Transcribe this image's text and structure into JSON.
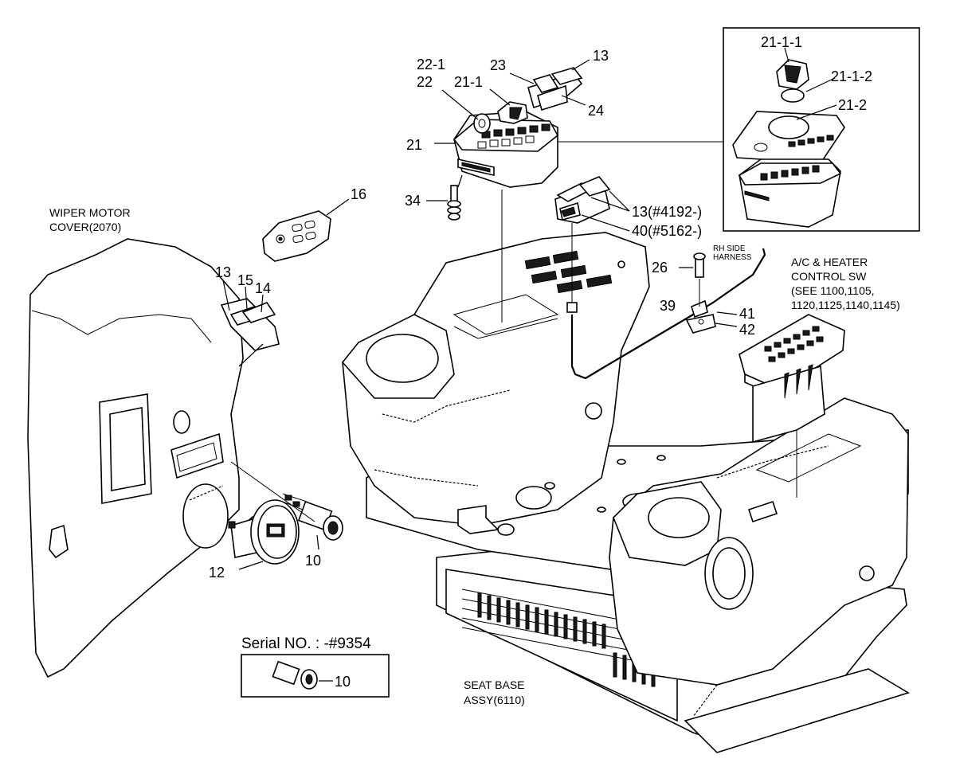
{
  "labels": {
    "wiper_cover": [
      "WIPER MOTOR",
      "COVER(2070)"
    ],
    "p16": "16",
    "p13_left": "13",
    "p15": "15",
    "p14": "14",
    "p12": "12",
    "p10": "10",
    "p22_1": "22-1",
    "p22": "22",
    "p21_1": "21-1",
    "p21": "21",
    "p23": "23",
    "p13_top": "13",
    "p24": "24",
    "p34": "34",
    "p13_mid": "13(#4192-)",
    "p40": "40(#5162-)",
    "p21_1_1": "21-1-1",
    "p21_1_2": "21-1-2",
    "p21_2": "21-2",
    "rh_harness": [
      "RH SIDE",
      "HARNESS"
    ],
    "p26": "26",
    "p39": "39",
    "p41": "41",
    "p42": "42",
    "ac_heater": [
      "A/C & HEATER",
      "CONTROL SW",
      "(SEE 1100,1105,",
      "1120,1125,1140,1145)"
    ],
    "seat_base": [
      "SEAT BASE",
      "ASSY(6110)"
    ]
  },
  "serial_box": {
    "title": "Serial NO. : -#9354",
    "part": "10"
  }
}
